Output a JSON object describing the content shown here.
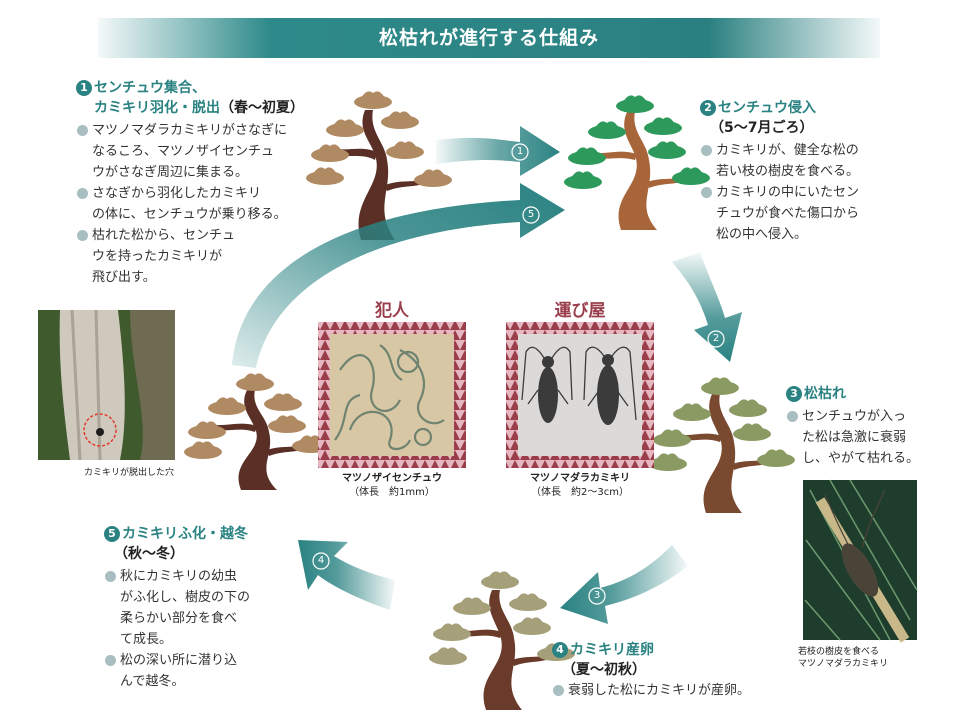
{
  "title": "松枯れが進行する仕組み",
  "colors": {
    "teal": "#2a8282",
    "accent": "#9a3e4c",
    "bullet": "#a9bec0"
  },
  "stages": [
    {
      "num": "1",
      "heading_line1": "センチュウ集合、",
      "heading_line2": "カミキリ羽化・脱出",
      "period": "（春〜初夏）",
      "bullets": [
        [
          "マツノマダラカミキリがさなぎに",
          "なるころ、マツノザイセンチュ",
          "ウがさなぎ周辺に集まる。"
        ],
        [
          "さなぎから羽化したカミキリ",
          "の体に、センチュウが乗り移る。"
        ],
        [
          "枯れた松から、センチュ",
          "ウを持ったカミキリが",
          "飛び出す。"
        ]
      ]
    },
    {
      "num": "2",
      "heading_line1": "センチュウ侵入",
      "period": "（5〜7月ごろ）",
      "bullets": [
        [
          "カミキリが、健全な松の",
          "若い枝の樹皮を食べる。"
        ],
        [
          "カミキリの中にいたセン",
          "チュウが食べた傷口から",
          "松の中へ侵入。"
        ]
      ]
    },
    {
      "num": "3",
      "heading_line1": "松枯れ",
      "bullets": [
        [
          "センチュウが入っ",
          "た松は急激に衰弱",
          "し、やがて枯れる。"
        ]
      ]
    },
    {
      "num": "4",
      "heading_line1": "カミキリ産卵",
      "period": "（夏〜初秋）",
      "bullets": [
        [
          "衰弱した松にカミキリが産卵。"
        ]
      ]
    },
    {
      "num": "5",
      "heading_line1": "カミキリふ化・越冬",
      "period": "（秋〜冬）",
      "bullets": [
        [
          "秋にカミキリの幼虫",
          "がふ化し、樹皮の下の",
          "柔らかい部分を食べ",
          "て成長。"
        ],
        [
          "松の深い所に潜り込",
          "んで越冬。"
        ]
      ]
    }
  ],
  "arrows": [
    "1",
    "2",
    "3",
    "4",
    "5"
  ],
  "culprit": {
    "title": "犯人",
    "name": "マツノザイセンチュウ",
    "size": "（体長　約1mm）"
  },
  "carrier": {
    "title": "運び屋",
    "name": "マツノマダラカミキリ",
    "size": "（体長　約2〜3cm）"
  },
  "photo_left_caption": "カミキリが脱出した穴",
  "photo_right_caption_line1": "若枝の樹皮を食べる",
  "photo_right_caption_line2": "マツノマダラカミキリ"
}
